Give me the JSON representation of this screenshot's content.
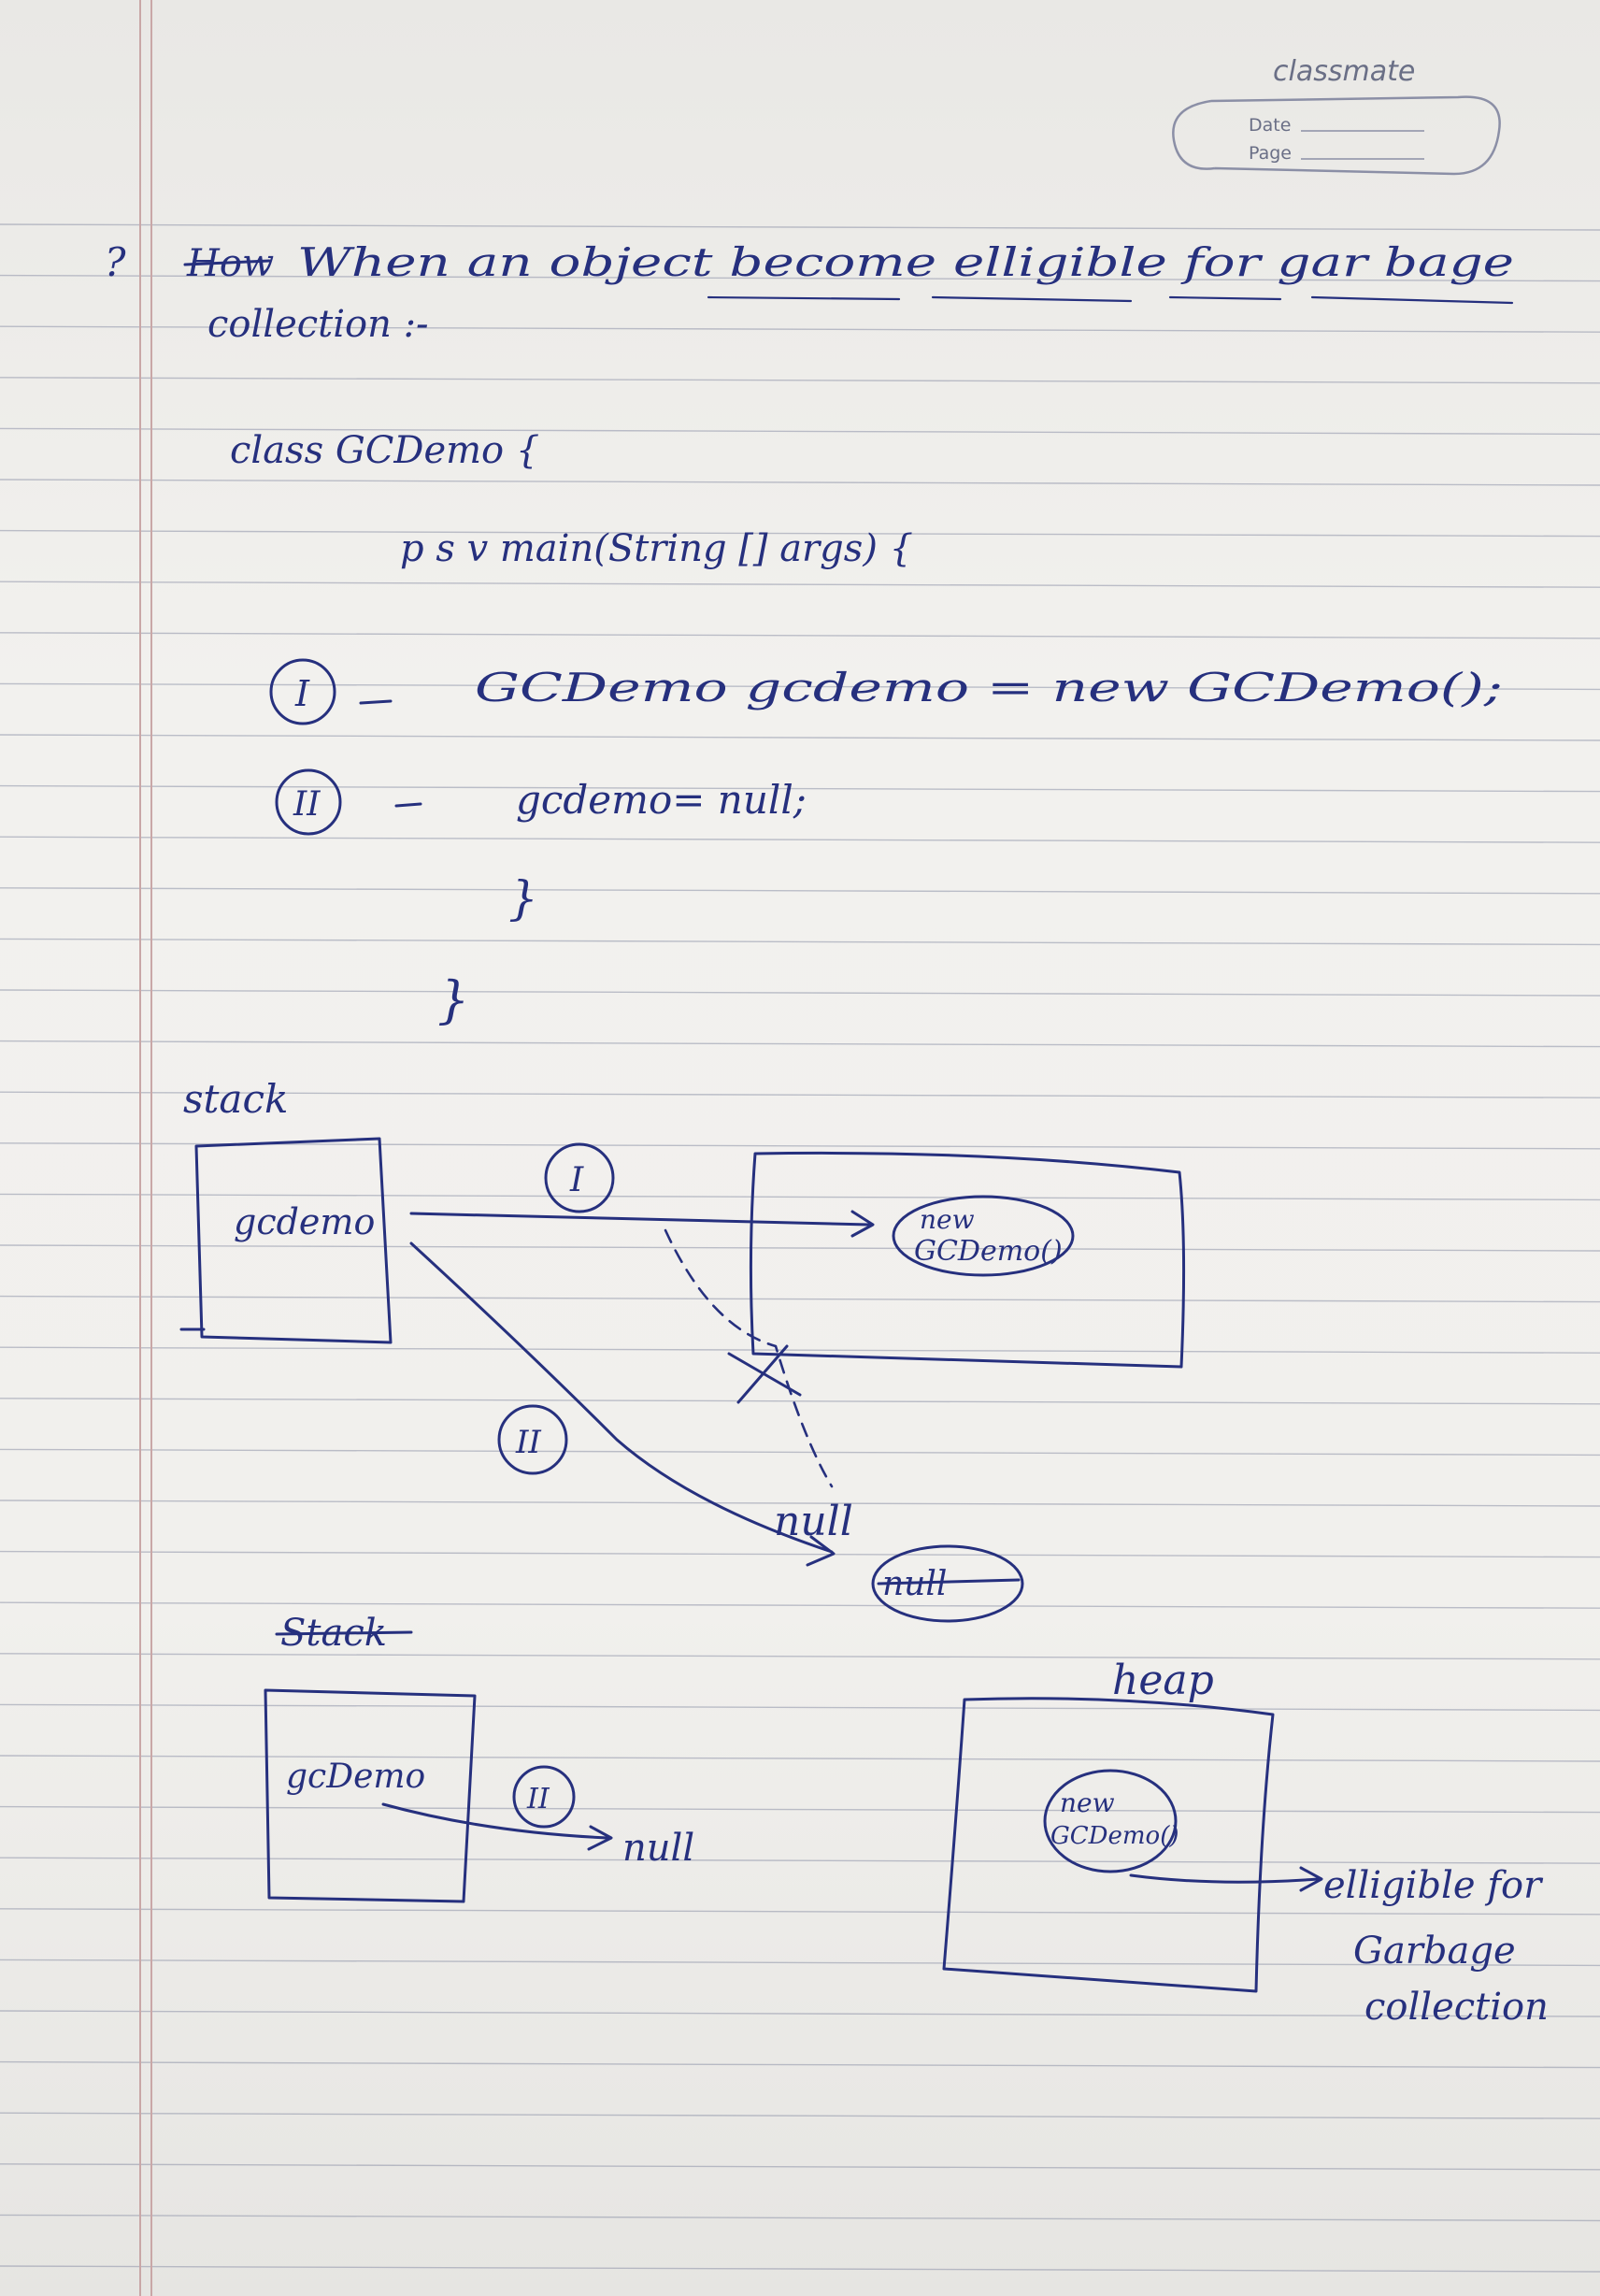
{
  "brand": {
    "logo": "classmate",
    "date_label": "Date",
    "page_label": "Page"
  },
  "note": {
    "question_marker": "?",
    "question_struck": "How",
    "question_line1": "When an object become elligible for gar bage",
    "question_line2": "collection :-",
    "code": {
      "class_line": "class GCDemo {",
      "main_line": "p  s  v   main(String [] args) {",
      "step1_marker": "I",
      "step1_code": "GCDemo   gcdemo = new GCDemo();",
      "step2_marker": "II",
      "step2_code": "gcdemo= null;",
      "close_inner": "}",
      "close_outer": "}"
    },
    "diagram1": {
      "stack_label": "stack",
      "var_label": "gcdemo",
      "step1_marker": "I",
      "step2_marker": "II",
      "object_label_line1": "new",
      "object_label_line2": "GCDemo()",
      "null_label": "null",
      "null_struck": "null"
    },
    "diagram2": {
      "stack_label": "Stack",
      "var_label": "gcDemo",
      "step_marker": "II",
      "null_label": "null",
      "heap_label": "heap",
      "object_label_line1": "new",
      "object_label_line2": "GCDemo()",
      "eligible_line1": "elligible for",
      "eligible_line2": "Garbage",
      "eligible_line3": "collection"
    }
  },
  "colors": {
    "ink": "#26307e",
    "rule": "#8e93a8",
    "margin": "#c9a7a7",
    "paper": "#f1f0ed"
  }
}
